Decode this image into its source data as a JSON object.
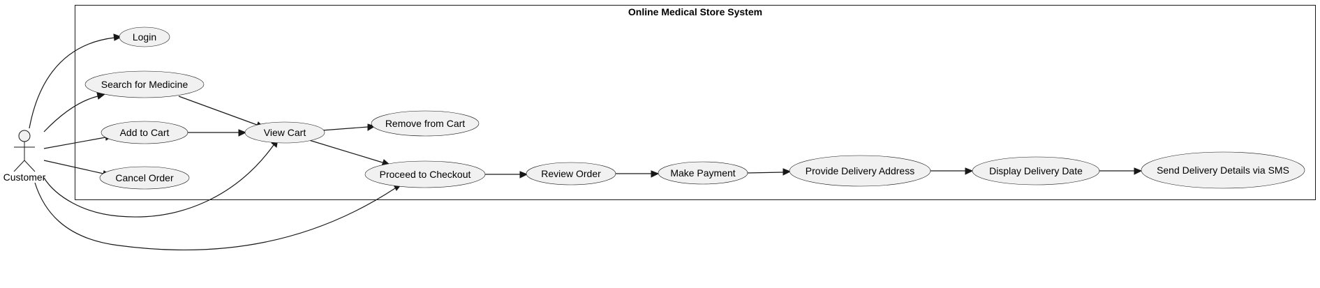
{
  "system": {
    "title": "Online Medical Store System"
  },
  "actor": {
    "name": "Customer"
  },
  "use_cases": {
    "login": "Login",
    "search": "Search for Medicine",
    "add_to_cart": "Add to Cart",
    "cancel_order": "Cancel Order",
    "view_cart": "View Cart",
    "remove_from_cart": "Remove from Cart",
    "checkout": "Proceed to Checkout",
    "review_order": "Review Order",
    "make_payment": "Make Payment",
    "delivery_address": "Provide Delivery Address",
    "delivery_date": "Display Delivery Date",
    "send_sms": "Send Delivery Details via SMS"
  },
  "colors": {
    "use_case_fill": "#f1f1f1",
    "stroke": "#181818"
  }
}
